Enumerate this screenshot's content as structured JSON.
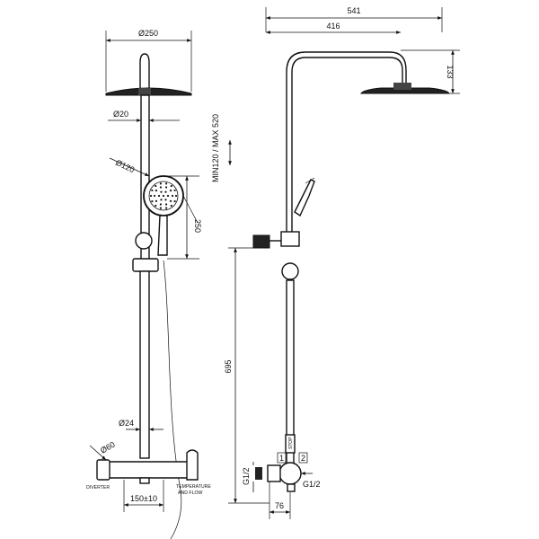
{
  "front_view": {
    "dia_head": "Ø250",
    "dia_pipe": "Ø20",
    "dia_handshower": "Ø120",
    "height_handshower": "250",
    "dia_riser": "Ø24",
    "dia_knob": "Ø60",
    "centers": "150±10",
    "label_diverter": "DIVERTER",
    "label_temp_1": "TEMPERATURE",
    "label_temp_2": "AND FLOW"
  },
  "side_view": {
    "total_width": "541",
    "arm_length": "416",
    "head_drop": "133",
    "adjust_range": "MIN120 / MAX 520",
    "riser_height": "695",
    "thread_left": "G1/2",
    "thread_right": "G1/2",
    "offset": "76",
    "marker_1": "1",
    "marker_2": "2",
    "stop_label": "STOP"
  }
}
